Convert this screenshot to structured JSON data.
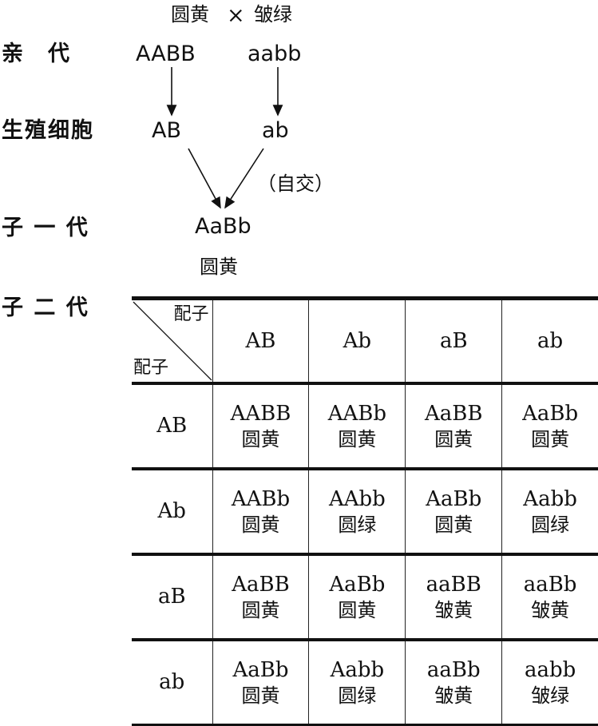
{
  "parents_cross": {
    "left": "圆黄",
    "symbol": "×",
    "right": "皱绿"
  },
  "rows": {
    "parent_label": "亲　代",
    "gamete_label": "生殖细胞",
    "f1_label": "子 一 代",
    "f2_label": "子 二 代"
  },
  "parents": {
    "p1": "AABB",
    "p2": "aabb"
  },
  "gametes": {
    "g1": "AB",
    "g2": "ab"
  },
  "selfing": "（自交）",
  "f1": {
    "genotype": "AaBb",
    "phenotype": "圆黄"
  },
  "punnett": {
    "corner_top": "配子",
    "corner_bottom": "配子",
    "columns": [
      "AB",
      "Ab",
      "aB",
      "ab"
    ],
    "rows": [
      {
        "gamete": "AB",
        "cells": [
          [
            "AABB",
            "圆黄"
          ],
          [
            "AABb",
            "圆黄"
          ],
          [
            "AaBB",
            "圆黄"
          ],
          [
            "AaBb",
            "圆黄"
          ]
        ]
      },
      {
        "gamete": "Ab",
        "cells": [
          [
            "AABb",
            "圆黄"
          ],
          [
            "AAbb",
            "圆绿"
          ],
          [
            "AaBb",
            "圆黄"
          ],
          [
            "Aabb",
            "圆绿"
          ]
        ]
      },
      {
        "gamete": "aB",
        "cells": [
          [
            "AaBB",
            "圆黄"
          ],
          [
            "AaBb",
            "圆黄"
          ],
          [
            "aaBB",
            "皱黄"
          ],
          [
            "aaBb",
            "皱黄"
          ]
        ]
      },
      {
        "gamete": "ab",
        "cells": [
          [
            "AaBb",
            "圆黄"
          ],
          [
            "Aabb",
            "圆绿"
          ],
          [
            "aaBb",
            "皱黄"
          ],
          [
            "aabb",
            "皱绿"
          ]
        ]
      }
    ]
  }
}
